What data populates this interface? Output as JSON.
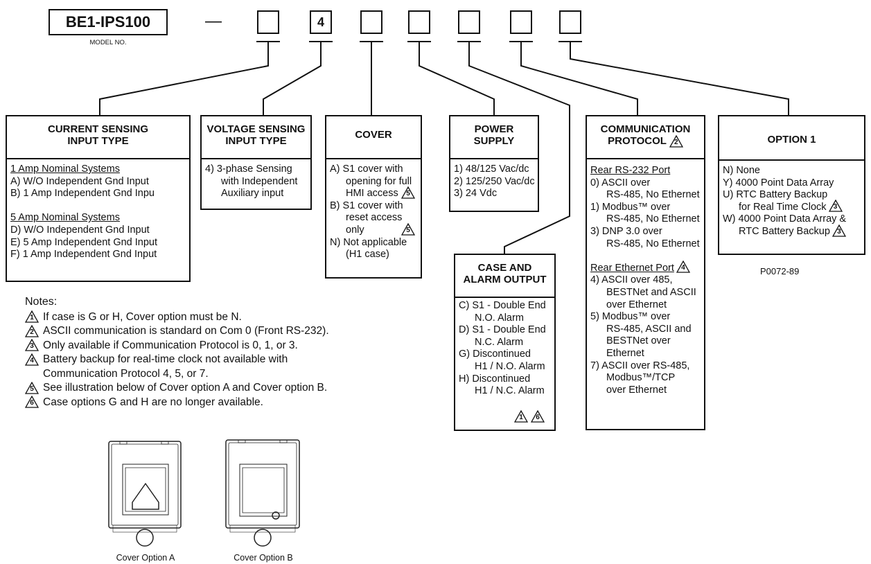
{
  "model": {
    "name": "BE1-IPS100",
    "caption": "MODEL NO.",
    "dash": "—"
  },
  "codes": [
    "",
    "4",
    "",
    "",
    "",
    "",
    ""
  ],
  "boxes": {
    "current": {
      "title": [
        "CURRENT SENSING",
        "INPUT TYPE"
      ],
      "lines": [
        {
          "t": "1 Amp Nominal Systems",
          "u": true
        },
        {
          "t": "A) W/O Independent Gnd Input"
        },
        {
          "t": "B) 1 Amp Independent Gnd Inpu"
        },
        {
          "t": ""
        },
        {
          "t": "5 Amp Nominal Systems",
          "u": true
        },
        {
          "t": "D) W/O Independent Gnd Input"
        },
        {
          "t": "E) 5 Amp Independent Gnd Input"
        },
        {
          "t": "F) 1 Amp Independent Gnd Input"
        }
      ]
    },
    "voltage": {
      "title": [
        "VOLTAGE SENSING",
        "INPUT TYPE"
      ],
      "lines": [
        {
          "t": "4) 3-phase Sensing"
        },
        {
          "t": "with Independent",
          "ind": true
        },
        {
          "t": "Auxiliary input",
          "ind": true
        }
      ]
    },
    "cover": {
      "title": [
        "COVER"
      ],
      "lines": [
        {
          "t": "A) S1 cover with"
        },
        {
          "t": "opening for full",
          "ind": true
        },
        {
          "t": "HMI access",
          "ind": true,
          "tri": "5"
        },
        {
          "t": "B) S1 cover with"
        },
        {
          "t": "reset access",
          "ind": true
        },
        {
          "t": "only",
          "ind": true,
          "tri": "5"
        },
        {
          "t": "N) Not applicable"
        },
        {
          "t": "(H1 case)",
          "ind": true
        }
      ]
    },
    "power": {
      "title": [
        "POWER",
        "SUPPLY"
      ],
      "lines": [
        {
          "t": "1) 48/125 Vac/dc"
        },
        {
          "t": "2) 125/250 Vac/dc"
        },
        {
          "t": "3) 24 Vdc"
        }
      ]
    },
    "case": {
      "title": [
        "CASE AND",
        "ALARM OUTPUT"
      ],
      "lines": [
        {
          "t": "C) S1 - Double End"
        },
        {
          "t": "N.O. Alarm",
          "ind": true
        },
        {
          "t": "D) S1 - Double End"
        },
        {
          "t": "N.C. Alarm",
          "ind": true
        },
        {
          "t": "G) Discontinued"
        },
        {
          "t": "H1 / N.O. Alarm",
          "ind": true
        },
        {
          "t": "H) Discontinued"
        },
        {
          "t": "H1 / N.C. Alarm",
          "ind": true
        }
      ],
      "footer_tris": [
        "1",
        "6"
      ]
    },
    "comm": {
      "title": [
        "COMMUNICATION",
        "PROTOCOL"
      ],
      "title_tri": "2",
      "lines": [
        {
          "t": "Rear RS-232 Port",
          "u": true
        },
        {
          "t": "0) ASCII over"
        },
        {
          "t": "RS-485, No Ethernet",
          "ind": true
        },
        {
          "t": "1) Modbus™ over"
        },
        {
          "t": "RS-485, No Ethernet",
          "ind": true
        },
        {
          "t": "3) DNP 3.0 over"
        },
        {
          "t": "RS-485, No Ethernet",
          "ind": true
        },
        {
          "t": ""
        },
        {
          "t": "Rear Ethernet Port",
          "u": true,
          "tri": "4"
        },
        {
          "t": "4) ASCII over 485,"
        },
        {
          "t": "BESTNet and ASCII",
          "ind": true
        },
        {
          "t": "over Ethernet",
          "ind": true
        },
        {
          "t": "5) Modbus™ over"
        },
        {
          "t": "RS-485, ASCII and",
          "ind": true
        },
        {
          "t": "BESTNet over",
          "ind": true
        },
        {
          "t": "Ethernet",
          "ind": true
        },
        {
          "t": "7) ASCII over RS-485,"
        },
        {
          "t": "Modbus™/TCP",
          "ind": true
        },
        {
          "t": "over Ethernet",
          "ind": true
        }
      ]
    },
    "option1": {
      "title": [
        "OPTION 1"
      ],
      "lines": [
        {
          "t": "N) None"
        },
        {
          "t": "Y)  4000 Point Data Array"
        },
        {
          "t": "U)  RTC Battery Backup"
        },
        {
          "t": "for Real Time Clock",
          "ind": true,
          "tri": "3"
        },
        {
          "t": "W) 4000 Point Data Array &"
        },
        {
          "t": "RTC Battery Backup",
          "ind": true,
          "tri": "3"
        }
      ]
    }
  },
  "figure_id": "P0072-89",
  "notes": {
    "title": "Notes:",
    "items": [
      {
        "n": "1",
        "t": "If case is G or H, Cover option must be N."
      },
      {
        "n": "2",
        "t": "ASCII communication is standard on Com 0 (Front RS-232)."
      },
      {
        "n": "3",
        "t": "Only available if Communication Protocol is 0, 1, or 3."
      },
      {
        "n": "4",
        "t": "Battery backup for real-time clock not available with"
      },
      {
        "n": "",
        "t": "Communication Protocol 4, 5, or 7."
      },
      {
        "n": "5",
        "t": "See illustration below of Cover option A and Cover option B."
      },
      {
        "n": "6",
        "t": "Case options G and H are no longer available."
      }
    ]
  },
  "illustrations": {
    "a_caption": "Cover Option A",
    "b_caption": "Cover Option B"
  }
}
